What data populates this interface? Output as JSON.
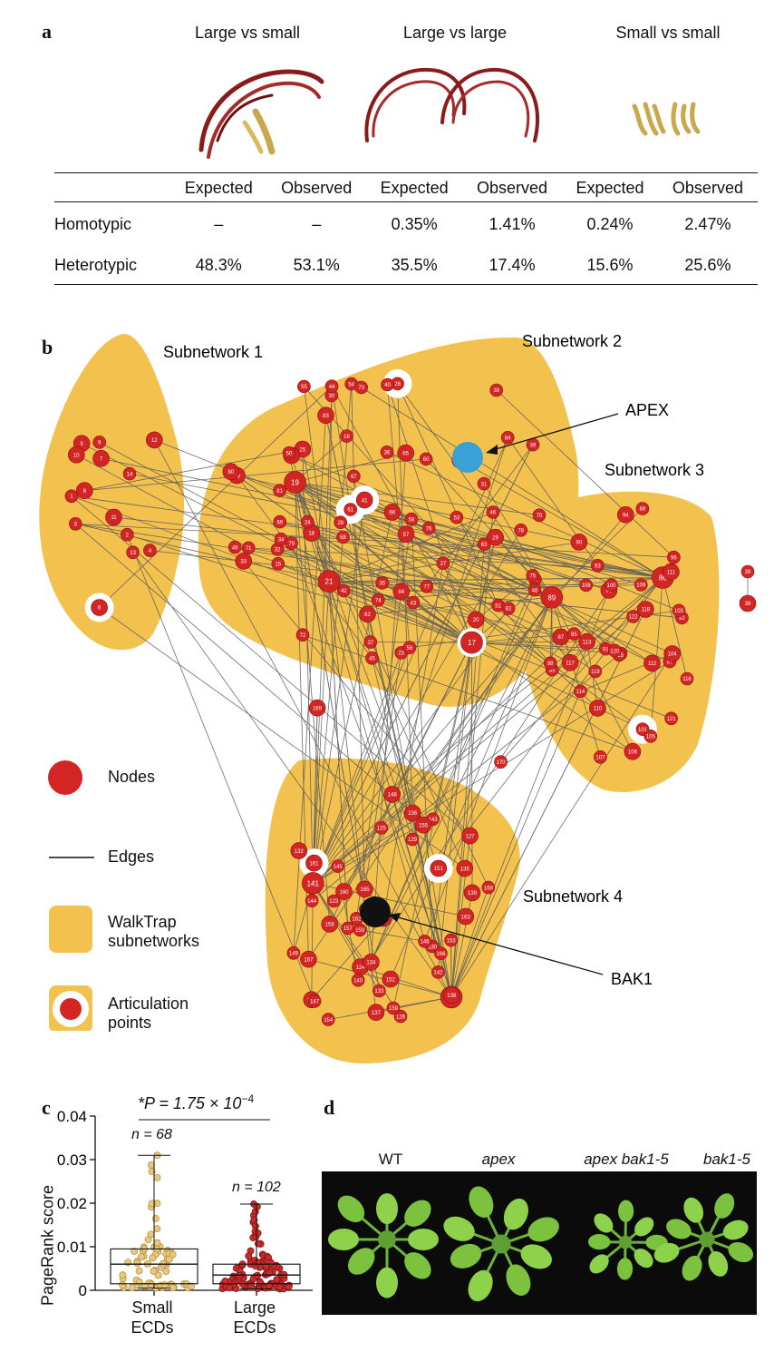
{
  "panel_a": {
    "letter": "a",
    "titles": [
      "Large vs small",
      "Large vs large",
      "Small vs small"
    ],
    "header": [
      "",
      "Expected",
      "Observed",
      "Expected",
      "Observed",
      "Expected",
      "Observed"
    ],
    "rows": [
      [
        "Homotypic",
        "–",
        "–",
        "0.35%",
        "1.41%",
        "0.24%",
        "2.47%"
      ],
      [
        "Heterotypic",
        "48.3%",
        "53.1%",
        "35.5%",
        "17.4%",
        "15.6%",
        "25.6%"
      ]
    ],
    "colors": {
      "large": "#8b1a1a",
      "small": "#c9a84a"
    }
  },
  "panel_b": {
    "letter": "b",
    "subnetwork_labels": [
      "Subnetwork 1",
      "Subnetwork 2",
      "Subnetwork 3",
      "Subnetwork 4"
    ],
    "callouts": {
      "apex": "APEX",
      "bak1": "BAK1"
    },
    "legend": {
      "nodes": "Nodes",
      "edges": "Edges",
      "walktrap": "WalkTrap\nsubnetworks",
      "articulation": "Articulation\npoints"
    },
    "colors": {
      "node": "#d42525",
      "subnet": "#f3c14e",
      "apex": "#3aa0d8",
      "bak1": "#111111",
      "edge": "#555555"
    },
    "node_numbers": [
      "1",
      "2",
      "3",
      "4",
      "5",
      "6",
      "7",
      "8",
      "9",
      "10",
      "11",
      "12",
      "13",
      "14",
      "15",
      "16",
      "17",
      "18",
      "19",
      "20",
      "21",
      "22",
      "23",
      "24",
      "25",
      "26",
      "27",
      "28",
      "29",
      "30",
      "31",
      "32",
      "33",
      "34",
      "35",
      "36",
      "37",
      "38",
      "39",
      "40",
      "41",
      "42",
      "43",
      "44",
      "45",
      "46",
      "47",
      "48",
      "49",
      "50",
      "51",
      "52",
      "53",
      "54",
      "55",
      "56",
      "57",
      "58",
      "59",
      "60",
      "61",
      "62",
      "63",
      "64",
      "65",
      "66",
      "67",
      "68",
      "69",
      "70",
      "71",
      "72",
      "73",
      "74",
      "75",
      "76",
      "77",
      "78",
      "79",
      "80",
      "81",
      "82",
      "83",
      "84",
      "85",
      "86",
      "87",
      "88",
      "89",
      "90",
      "91",
      "92",
      "93",
      "94",
      "95",
      "96",
      "97",
      "98",
      "99",
      "100",
      "101",
      "102",
      "103",
      "104",
      "105",
      "106",
      "107",
      "108",
      "109",
      "110",
      "111",
      "112",
      "113",
      "114",
      "115",
      "116",
      "117",
      "118",
      "119",
      "120",
      "121",
      "122",
      "123",
      "124",
      "125",
      "126",
      "127",
      "128",
      "129",
      "130",
      "131",
      "132",
      "133",
      "134",
      "135",
      "136",
      "137",
      "138",
      "139",
      "140",
      "141",
      "142",
      "143",
      "144",
      "145",
      "146",
      "147",
      "148",
      "149",
      "150",
      "151",
      "152",
      "153",
      "154",
      "155",
      "156",
      "157",
      "158",
      "159",
      "160",
      "161",
      "162",
      "163",
      "164",
      "165",
      "166",
      "167",
      "168",
      "169",
      "170"
    ]
  },
  "panel_c": {
    "letter": "c",
    "significance": "*P = 1.75 × 10",
    "significance_exp": "−4",
    "ylabel": "PageRank score",
    "yticks": [
      "0",
      "0.01",
      "0.02",
      "0.03",
      "0.04"
    ],
    "n_labels": [
      "n = 68",
      "n = 102"
    ],
    "categories": [
      "Small\nECDs",
      "Large\nECDs"
    ]
  },
  "chart_data": {
    "type": "box",
    "title": "",
    "xlabel": "",
    "ylabel": "PageRank score",
    "ylim": [
      0,
      0.04
    ],
    "categories": [
      "Small ECDs",
      "Large ECDs"
    ],
    "series": [
      {
        "name": "Small ECDs",
        "n": 68,
        "min": 0.0005,
        "q1": 0.0015,
        "median": 0.006,
        "q3": 0.0095,
        "max": 0.031,
        "color": "#e8c77e"
      },
      {
        "name": "Large ECDs",
        "n": 102,
        "min": 0.0003,
        "q1": 0.0015,
        "median": 0.0035,
        "q3": 0.006,
        "max": 0.0198,
        "color": "#c92c2c"
      }
    ]
  },
  "panel_d": {
    "letter": "d",
    "genotypes": [
      "WT",
      "apex",
      "apex bak1-5",
      "bak1-5"
    ]
  }
}
